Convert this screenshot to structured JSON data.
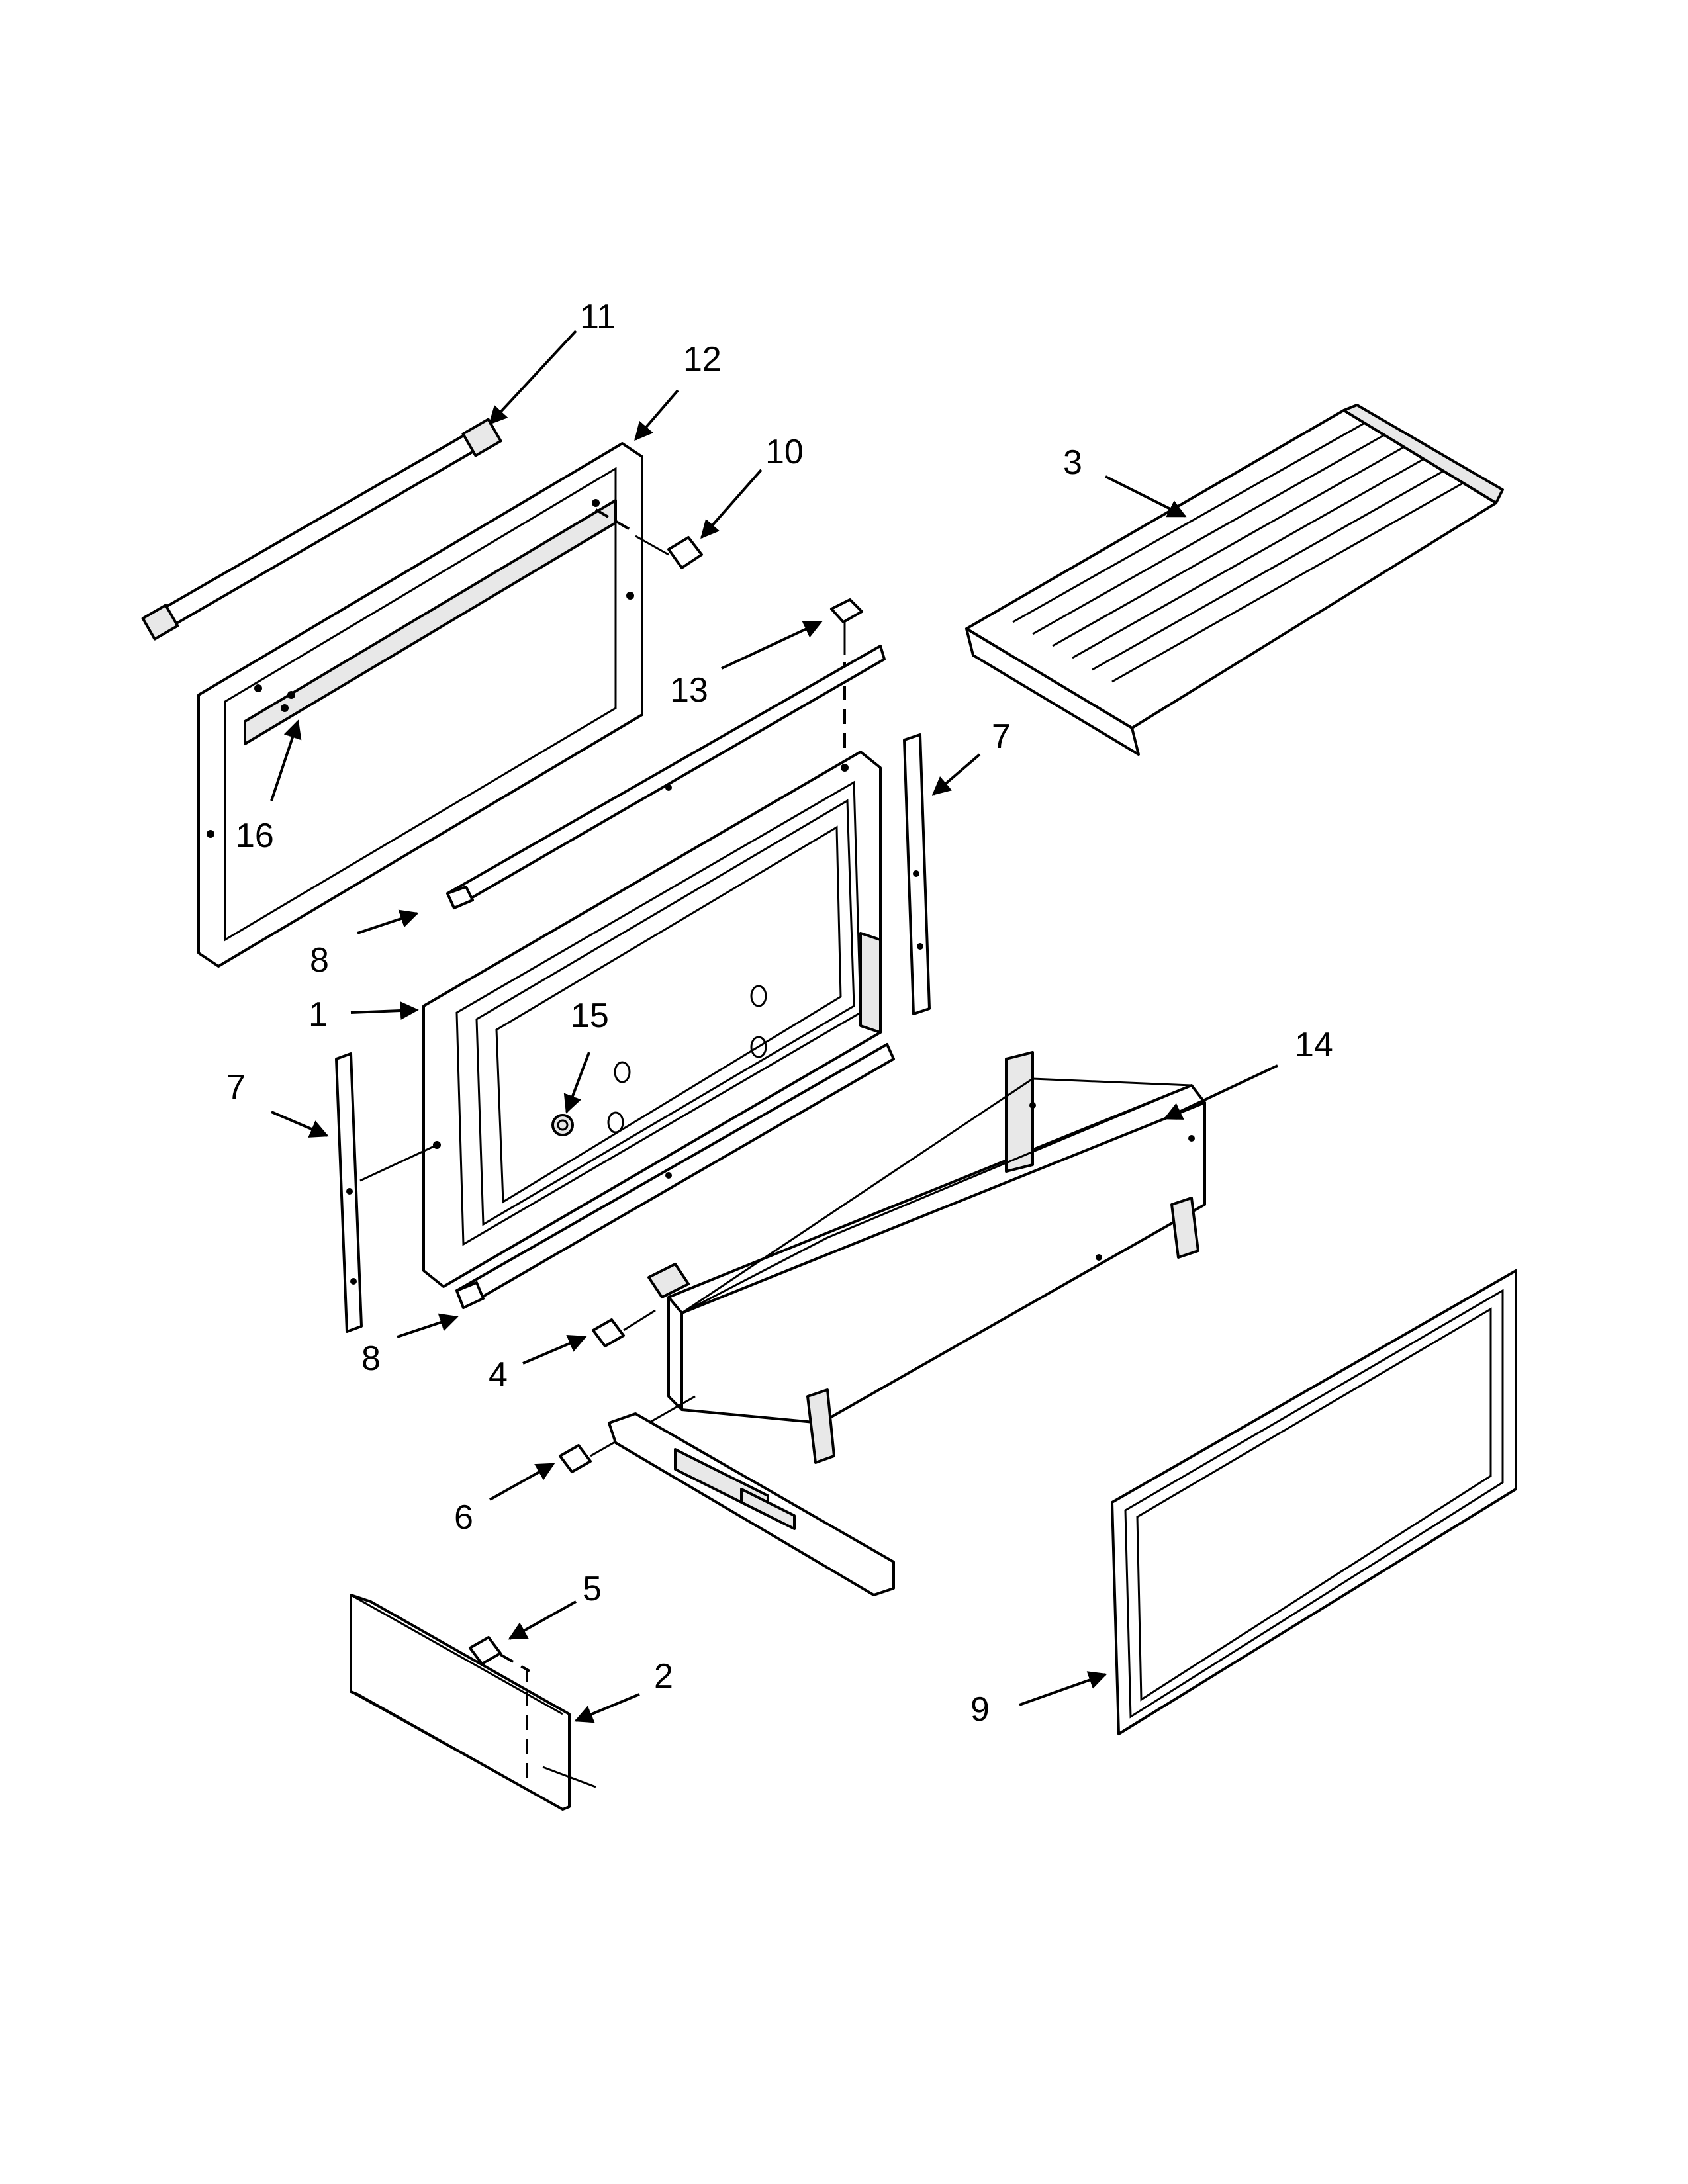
{
  "diagram": {
    "callouts": [
      {
        "key": "c1",
        "label": "1"
      },
      {
        "key": "c2",
        "label": "2"
      },
      {
        "key": "c3",
        "label": "3"
      },
      {
        "key": "c4",
        "label": "4"
      },
      {
        "key": "c5",
        "label": "5"
      },
      {
        "key": "c6",
        "label": "6"
      },
      {
        "key": "c7a",
        "label": "7"
      },
      {
        "key": "c7b",
        "label": "7"
      },
      {
        "key": "c8a",
        "label": "8"
      },
      {
        "key": "c8b",
        "label": "8"
      },
      {
        "key": "c9",
        "label": "9"
      },
      {
        "key": "c10",
        "label": "10"
      },
      {
        "key": "c11",
        "label": "11"
      },
      {
        "key": "c12",
        "label": "12"
      },
      {
        "key": "c13",
        "label": "13"
      },
      {
        "key": "c14",
        "label": "14"
      },
      {
        "key": "c15",
        "label": "15"
      },
      {
        "key": "c16",
        "label": "16"
      }
    ]
  }
}
